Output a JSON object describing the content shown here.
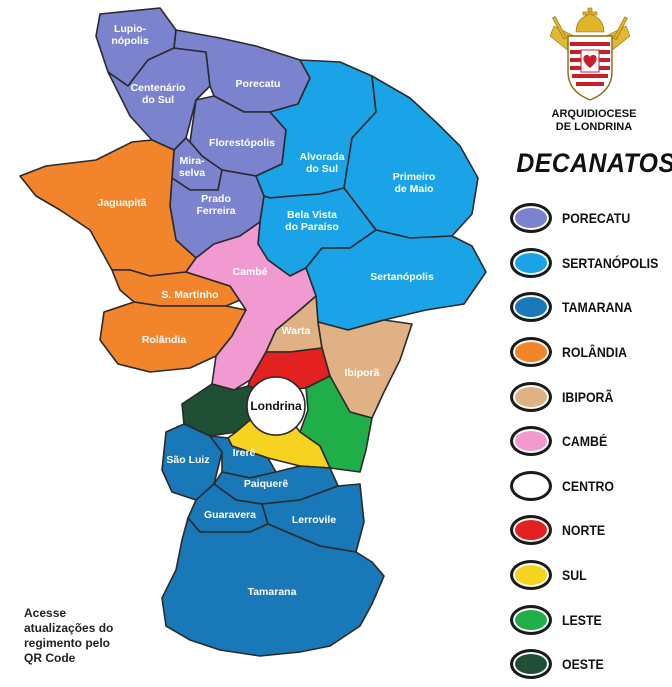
{
  "regions": [
    {
      "key": "lupionopolis",
      "label": [
        "Lupio-",
        "nópolis"
      ],
      "color": "#7b83cf",
      "decanato": "porecatu"
    },
    {
      "key": "centenario",
      "label": [
        "Centenário",
        "do Sul"
      ],
      "color": "#7b83cf",
      "decanato": "porecatu"
    },
    {
      "key": "porecatu_city",
      "label": [
        "Porecatu"
      ],
      "color": "#7b83cf",
      "decanato": "porecatu"
    },
    {
      "key": "florestopolis",
      "label": [
        "Florestópolis"
      ],
      "color": "#7b83cf",
      "decanato": "porecatu"
    },
    {
      "key": "miraselva",
      "label": [
        "Mira-",
        "selva"
      ],
      "color": "#7b83cf",
      "decanato": "porecatu"
    },
    {
      "key": "prado",
      "label": [
        "Prado",
        "Ferreira"
      ],
      "color": "#7b83cf",
      "decanato": "porecatu"
    },
    {
      "key": "alvorada",
      "label": [
        "Alvorada",
        "do Sul"
      ],
      "color": "#1aa3e6",
      "decanato": "sertanopolis"
    },
    {
      "key": "primeiro",
      "label": [
        "Primeiro",
        "de Maio"
      ],
      "color": "#1aa3e6",
      "decanato": "sertanopolis"
    },
    {
      "key": "belavista",
      "label": [
        "Bela Vista",
        "do Paraíso"
      ],
      "color": "#1aa3e6",
      "decanato": "sertanopolis"
    },
    {
      "key": "sertanopolis_city",
      "label": [
        "Sertanópolis"
      ],
      "color": "#1aa3e6",
      "decanato": "sertanopolis"
    },
    {
      "key": "jaguapita",
      "label": [
        "Jaguapitã"
      ],
      "color": "#f2842b",
      "decanato": "rolandia"
    },
    {
      "key": "smartinho",
      "label": [
        "S. Martinho"
      ],
      "color": "#f2842b",
      "decanato": "rolandia"
    },
    {
      "key": "rolandia_city",
      "label": [
        "Rolândia"
      ],
      "color": "#f2842b",
      "decanato": "rolandia"
    },
    {
      "key": "cambe_city",
      "label": [
        "Cambé"
      ],
      "color": "#f09ad1",
      "decanato": "cambe"
    },
    {
      "key": "warta",
      "label": [
        "Warta"
      ],
      "color": "#e0b184",
      "decanato": "ibipora"
    },
    {
      "key": "ibipora_city",
      "label": [
        "Ibiporã"
      ],
      "color": "#e0b184",
      "decanato": "ibipora"
    },
    {
      "key": "norte",
      "label": [],
      "color": "#e32121",
      "decanato": "norte"
    },
    {
      "key": "oeste",
      "label": [],
      "color": "#1f4f34",
      "decanato": "oeste"
    },
    {
      "key": "leste",
      "label": [],
      "color": "#1fae48",
      "decanato": "leste"
    },
    {
      "key": "sul",
      "label": [],
      "color": "#f5d31f",
      "decanato": "sul"
    },
    {
      "key": "centro",
      "label": [
        "Londrina"
      ],
      "color": "#ffffff",
      "decanato": "centro"
    },
    {
      "key": "saoluiz",
      "label": [
        "São Luiz"
      ],
      "color": "#1978b8",
      "decanato": "tamarana"
    },
    {
      "key": "irere",
      "label": [
        "Irerê"
      ],
      "color": "#1978b8",
      "decanato": "tamarana"
    },
    {
      "key": "paiquere",
      "label": [
        "Paiquerê"
      ],
      "color": "#1978b8",
      "decanato": "tamarana"
    },
    {
      "key": "guaravera",
      "label": [
        "Guaravera"
      ],
      "color": "#1978b8",
      "decanato": "tamarana"
    },
    {
      "key": "lerrovile",
      "label": [
        "Lerrovile"
      ],
      "color": "#1978b8",
      "decanato": "tamarana"
    },
    {
      "key": "tamarana_city",
      "label": [
        "Tamarana"
      ],
      "color": "#1978b8",
      "decanato": "tamarana"
    }
  ],
  "organization": {
    "line1": "ARQUIDIOCESE",
    "line2": "DE LONDRINA"
  },
  "legend_title": "DECANATOS",
  "legend": [
    {
      "label": "PORECATU",
      "color": "#7b83cf"
    },
    {
      "label": "SERTANÓPOLIS",
      "color": "#1aa3e6"
    },
    {
      "label": "TAMARANA",
      "color": "#1978b8"
    },
    {
      "label": "ROLÂNDIA",
      "color": "#f2842b"
    },
    {
      "label": "IBIPORÃ",
      "color": "#e0b184"
    },
    {
      "label": "CAMBÉ",
      "color": "#f09ad1"
    },
    {
      "label": "CENTRO",
      "color": "#ffffff"
    },
    {
      "label": "NORTE",
      "color": "#e32121"
    },
    {
      "label": "SUL",
      "color": "#f5d31f"
    },
    {
      "label": "LESTE",
      "color": "#1fae48"
    },
    {
      "label": "OESTE",
      "color": "#1f4f34"
    }
  ],
  "note": {
    "line1": "Acesse",
    "line2": "atualizações do",
    "line3": "regimento pelo",
    "line4": "QR Code"
  },
  "colors": {
    "border": "#2a2a2a",
    "crest_gold": "#e0b52a",
    "crest_red": "#c8202a"
  }
}
